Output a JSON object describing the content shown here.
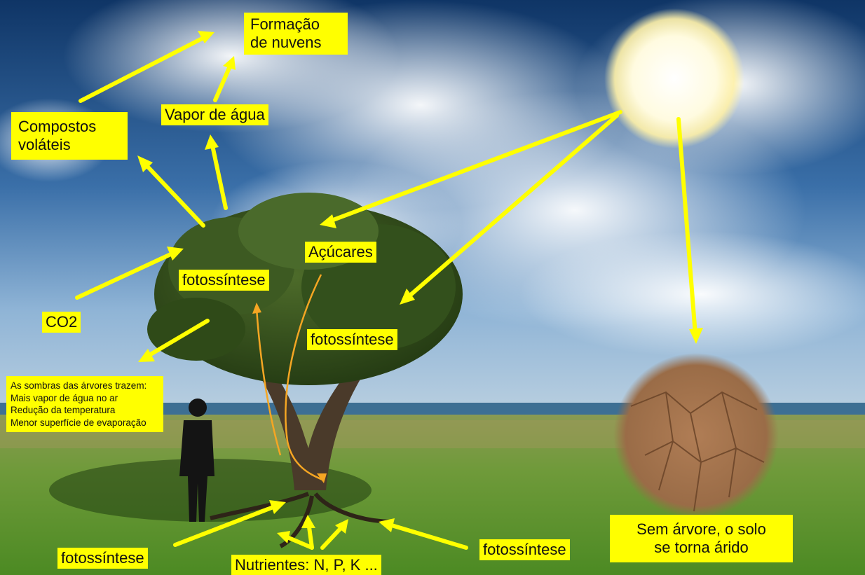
{
  "labels": {
    "clouds": "Formação\nde nuvens",
    "vapor": "Vapor de água",
    "volatiles": "Compostos\nvoláteis",
    "sugars": "Açúcares",
    "photo_left": "fotossíntese",
    "photo_right": "fotossíntese",
    "co2": "CO2",
    "shade_title": "As sombras das árvores trazem:",
    "shade_items": [
      "Mais vapor de água no ar",
      "Redução da temperatura",
      "Menor superfície de evaporação"
    ],
    "photo_bottom_left": "fotossíntese",
    "photo_bottom_right": "fotossíntese",
    "nutrients": "Nutrientes: N, P, K ...",
    "arid": "Sem árvore, o solo\nse torna árido"
  },
  "colors": {
    "label_bg": "#ffff00",
    "arrow": "#ffff00",
    "internal_flow": "#f5a623",
    "sky_top": "#123a6b",
    "grass": "#5a8a2a",
    "soil": "#a0714a"
  }
}
